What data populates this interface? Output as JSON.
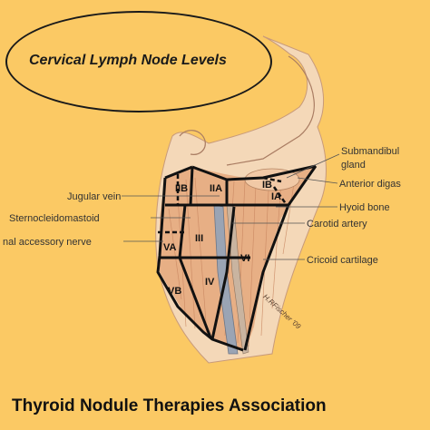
{
  "title": "Cervical Lymph Node Levels",
  "footer": "Thyroid Nodule Therapies Association",
  "signature": "H.RFischer '09",
  "levels": {
    "IIB": "IIB",
    "IIA": "IIA",
    "IB": "IB",
    "IA": "IA",
    "III": "III",
    "VA": "VA",
    "VB": "VB",
    "IV": "IV",
    "VI": "VI"
  },
  "labels_left": {
    "jugular_vein": "Jugular vein",
    "sternocleidomastoid": "Sternocleidomastoid",
    "accessory_nerve": "nal accessory nerve"
  },
  "labels_right": {
    "submandibular_line1": "Submandibul",
    "submandibular_line2": "gland",
    "anterior_digastric": "Anterior digas",
    "hyoid_bone": "Hyoid bone",
    "carotid_artery": "Carotid artery",
    "cricoid_cartilage": "Cricoid cartilage"
  },
  "colors": {
    "background": "#fbc964",
    "skin": "#f6dcc0",
    "muscle": "#e3a77c",
    "outline": "#111111",
    "vessel": "#9aa4b4"
  }
}
